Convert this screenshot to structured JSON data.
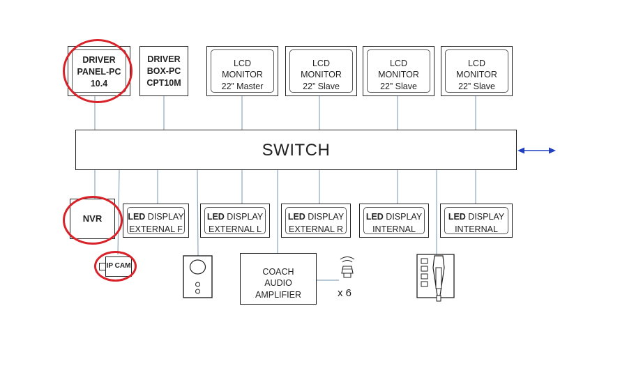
{
  "colors": {
    "line": "#8fa6bd",
    "border": "#222222",
    "highlight": "#d9232a",
    "arrow": "#1f3fbf"
  },
  "top_devices": {
    "driver_panel_pc": {
      "line1": "DRIVER",
      "line2": "PANEL-PC",
      "line3": "10.4"
    },
    "driver_box_pc": {
      "line1": "DRIVER",
      "line2": "BOX-PC",
      "line3": "CPT10M"
    },
    "monitors": [
      {
        "line1": "LCD",
        "line2": "MONITOR",
        "line3": "22” Master"
      },
      {
        "line1": "LCD",
        "line2": "MONITOR",
        "line3": "22” Slave"
      },
      {
        "line1": "LCD",
        "line2": "MONITOR",
        "line3": "22” Slave"
      },
      {
        "line1": "LCD",
        "line2": "MONITOR",
        "line3": "22” Slave"
      }
    ]
  },
  "switch": {
    "label": "SWITCH"
  },
  "nvr": {
    "label": "NVR"
  },
  "ip_cam": {
    "label": "IP CAM"
  },
  "led_displays": [
    {
      "prefix": "LED",
      "word": " DISPLAY",
      "sub": "EXTERNAL F"
    },
    {
      "prefix": "LED",
      "word": " DISPLAY",
      "sub": "EXTERNAL L"
    },
    {
      "prefix": "LED",
      "word": " DISPLAY",
      "sub": "EXTERNAL R"
    },
    {
      "prefix": "LED",
      "word": " DISPLAY",
      "sub": "INTERNAL"
    },
    {
      "prefix": "LED",
      "word": " DISPLAY",
      "sub": "INTERNAL"
    }
  ],
  "amplifier": {
    "line1": "COACH",
    "line2": "AUDIO",
    "line3": "AMPLIFIER"
  },
  "speaker": {
    "multiplier": "x 6",
    "icon": "speaker-icon"
  },
  "intercom": {
    "icon": "intercom-panel-icon"
  },
  "driver_console": {
    "icon": "driver-microphone-console-icon"
  }
}
